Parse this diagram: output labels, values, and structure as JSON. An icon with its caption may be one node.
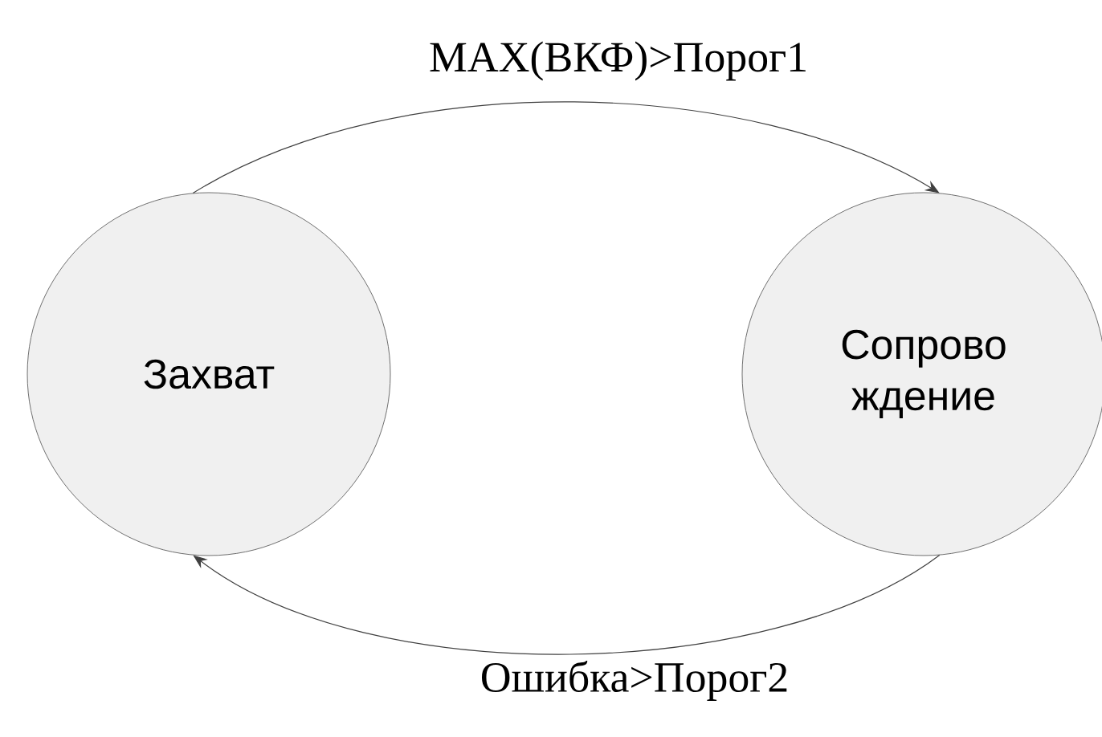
{
  "diagram": {
    "nodes": [
      {
        "text": [
          "Захват"
        ]
      },
      {
        "text": [
          "Сопрово ждение"
        ]
      }
    ],
    "edges": [
      {
        "from": 0,
        "to": 1,
        "arrow": "to",
        "label": "MAX(ВКФ)>Порог1"
      },
      {
        "from": 1,
        "to": 0,
        "arrow": "to",
        "label": "Ошибка>Порог2"
      }
    ]
  }
}
